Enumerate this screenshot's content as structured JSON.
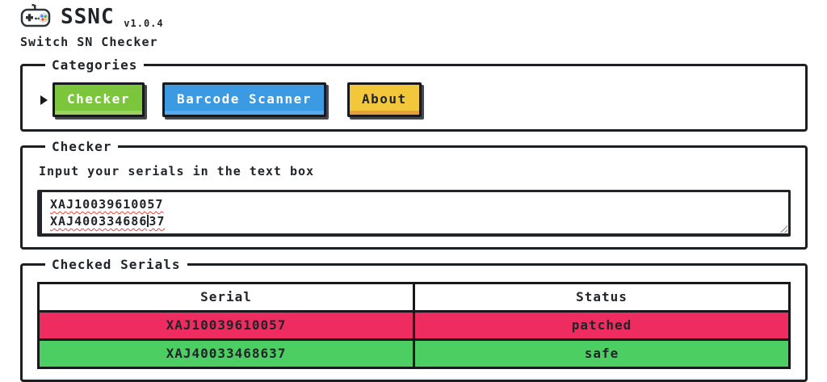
{
  "header": {
    "app_name": "SSNC",
    "version": "v1.0.4",
    "subtitle": "Switch SN Checker"
  },
  "categories": {
    "legend": "Categories",
    "buttons": [
      {
        "label": "Checker",
        "bg": "#7cc63d",
        "fg": "#ffffff",
        "selected": true
      },
      {
        "label": "Barcode Scanner",
        "bg": "#3b9ae2",
        "fg": "#ffffff",
        "selected": false
      },
      {
        "label": "About",
        "bg": "#f3c73c",
        "fg": "#212529",
        "selected": false
      }
    ]
  },
  "checker": {
    "legend": "Checker",
    "instruction": "Input your serials in the text box",
    "textarea": {
      "line1": "XAJ10039610057",
      "line2_before_caret": "XAJ400334686",
      "line2_after_caret": "37",
      "full_lines": [
        "XAJ10039610057",
        "XAJ40033468637"
      ]
    }
  },
  "checked_serials": {
    "legend": "Checked Serials",
    "table": {
      "headers": [
        "Serial",
        "Status"
      ],
      "rows": [
        {
          "serial": "XAJ10039610057",
          "status": "patched",
          "row_color": "#ee2c60"
        },
        {
          "serial": "XAJ40033468637",
          "status": "safe",
          "row_color": "#4dce63"
        }
      ]
    }
  }
}
